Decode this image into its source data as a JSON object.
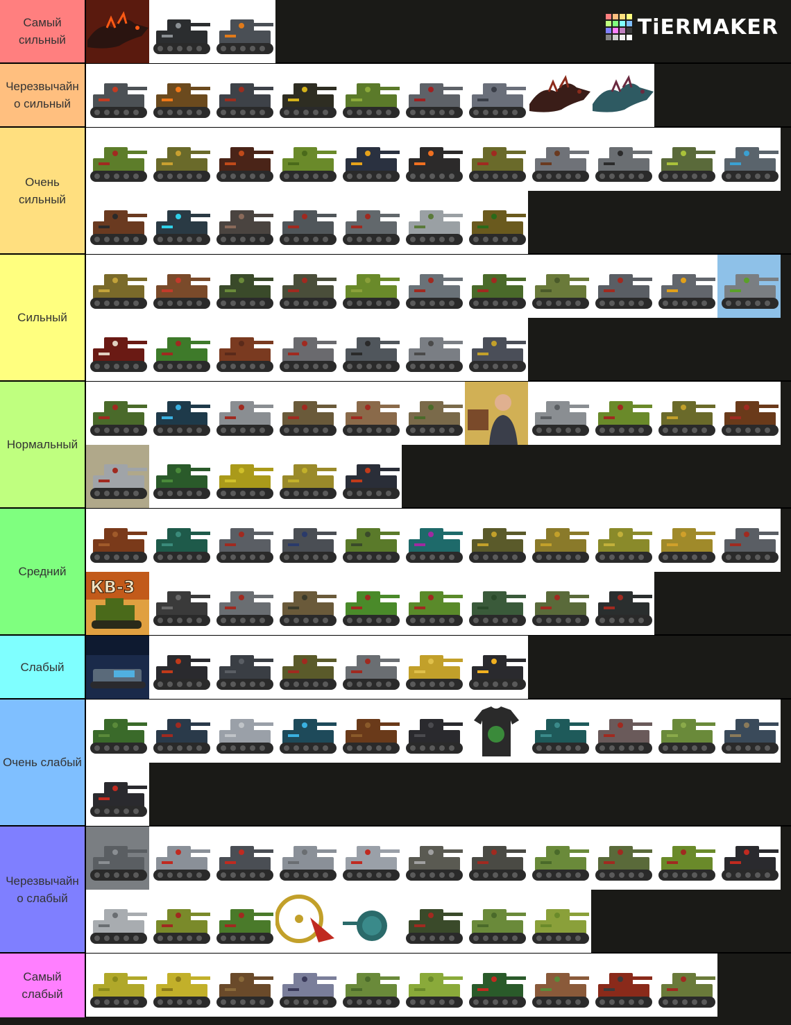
{
  "brand": {
    "name": "TiERMAKER",
    "grid_colors": [
      "#ff7f7f",
      "#ffbf7f",
      "#ffdf7f",
      "#ffff7f",
      "#bfff7f",
      "#7fff7f",
      "#7fffff",
      "#7fbfff",
      "#7f7fff",
      "#ff7fff",
      "#bf7fbf",
      "#3b3b3b",
      "#858585",
      "#cfcfcf",
      "#f0f0f0",
      "#ffffff"
    ]
  },
  "tiers": [
    {
      "label": "Самый сильный",
      "color": "#ff7f7f",
      "items": [
        {
          "bg": "#5a1a0e",
          "body": "#2a1410",
          "accent": "#ff5a14",
          "icon": "dragon-tank-icon"
        },
        {
          "bg": "#ffffff",
          "body": "#2b2d2f",
          "accent": "#8a8f93",
          "icon": "tank-icon"
        },
        {
          "bg": "#ffffff",
          "body": "#4a4f55",
          "accent": "#e07a1a",
          "icon": "tank-icon"
        }
      ]
    },
    {
      "label": "Черезвычайно сильный",
      "color": "#ffbf7f",
      "items": [
        {
          "bg": "#ffffff",
          "body": "#4c5155",
          "accent": "#c23b22",
          "icon": "tank-icon"
        },
        {
          "bg": "#ffffff",
          "body": "#6b4a1e",
          "accent": "#f07818",
          "icon": "tank-icon"
        },
        {
          "bg": "#ffffff",
          "body": "#3e4248",
          "accent": "#9b2d1e",
          "icon": "tank-icon"
        },
        {
          "bg": "#ffffff",
          "body": "#2e2d22",
          "accent": "#d4b21a",
          "icon": "tank-icon"
        },
        {
          "bg": "#ffffff",
          "body": "#5b7a2a",
          "accent": "#8caa3a",
          "icon": "tank-icon"
        },
        {
          "bg": "#ffffff",
          "body": "#5e6268",
          "accent": "#a02020",
          "icon": "tank-icon"
        },
        {
          "bg": "#ffffff",
          "body": "#6a6f7a",
          "accent": "#3a3e48",
          "icon": "tank-icon"
        },
        {
          "bg": "#ffffff",
          "body": "#3a1d18",
          "accent": "#8c2c1c",
          "icon": "dragon-tank-icon"
        },
        {
          "bg": "#ffffff",
          "body": "#2e5a62",
          "accent": "#6a2a40",
          "icon": "dragon-tank-icon"
        }
      ]
    },
    {
      "label": "Очень сильный",
      "color": "#ffdf7f",
      "items": [
        {
          "bg": "#ffffff",
          "body": "#5d7d2a",
          "accent": "#a12a20",
          "icon": "tank-icon"
        },
        {
          "bg": "#ffffff",
          "body": "#6a6a2a",
          "accent": "#c8a030",
          "icon": "tank-icon"
        },
        {
          "bg": "#ffffff",
          "body": "#4a2418",
          "accent": "#c04a1a",
          "icon": "tank-icon"
        },
        {
          "bg": "#ffffff",
          "body": "#6a8a2a",
          "accent": "#4a6a1a",
          "icon": "tank-icon"
        },
        {
          "bg": "#ffffff",
          "body": "#2a3140",
          "accent": "#e6a21a",
          "icon": "tank-icon"
        },
        {
          "bg": "#ffffff",
          "body": "#2c2a2a",
          "accent": "#f07020",
          "icon": "tank-icon"
        },
        {
          "bg": "#ffffff",
          "body": "#6a6a2a",
          "accent": "#a02a20",
          "icon": "tank-icon"
        },
        {
          "bg": "#ffffff",
          "body": "#6f7278",
          "accent": "#6a3a20",
          "icon": "tank-icon"
        },
        {
          "bg": "#ffffff",
          "body": "#6a6e72",
          "accent": "#2b2b2b",
          "icon": "tank-icon"
        },
        {
          "bg": "#ffffff",
          "body": "#5a6a3a",
          "accent": "#aac23a",
          "icon": "tank-icon"
        },
        {
          "bg": "#ffffff",
          "body": "#5a646c",
          "accent": "#3aa0d2",
          "icon": "tank-icon"
        },
        {
          "bg": "#ffffff",
          "body": "#6a3a20",
          "accent": "#2a2a2a",
          "icon": "tank-icon"
        },
        {
          "bg": "#ffffff",
          "body": "#2a3a44",
          "accent": "#30d0e8",
          "icon": "tank-icon"
        },
        {
          "bg": "#ffffff",
          "body": "#4a4440",
          "accent": "#8a6a5a",
          "icon": "tank-icon"
        },
        {
          "bg": "#ffffff",
          "body": "#50565a",
          "accent": "#a02a20",
          "icon": "tank-icon"
        },
        {
          "bg": "#ffffff",
          "body": "#62686c",
          "accent": "#a02a20",
          "icon": "tank-icon"
        },
        {
          "bg": "#ffffff",
          "body": "#9aa0a4",
          "accent": "#5a7a3a",
          "icon": "tank-icon"
        },
        {
          "bg": "#ffffff",
          "body": "#6a5a1e",
          "accent": "#2a6a1a",
          "icon": "tank-icon"
        }
      ]
    },
    {
      "label": "Сильный",
      "color": "#ffff7f",
      "items": [
        {
          "bg": "#ffffff",
          "body": "#7a6a2a",
          "accent": "#c2a23a",
          "icon": "tank-icon"
        },
        {
          "bg": "#ffffff",
          "body": "#7a4a2a",
          "accent": "#c23a2a",
          "icon": "tank-icon"
        },
        {
          "bg": "#ffffff",
          "body": "#3a4a2a",
          "accent": "#6a8a3a",
          "icon": "tank-icon"
        },
        {
          "bg": "#ffffff",
          "body": "#4a4e3a",
          "accent": "#a02a20",
          "icon": "tank-icon"
        },
        {
          "bg": "#ffffff",
          "body": "#6a8a2a",
          "accent": "#8aa03a",
          "icon": "tank-icon"
        },
        {
          "bg": "#ffffff",
          "body": "#6a7278",
          "accent": "#a02a20",
          "icon": "tank-icon"
        },
        {
          "bg": "#ffffff",
          "body": "#4a6a2a",
          "accent": "#a02a20",
          "icon": "tank-icon"
        },
        {
          "bg": "#ffffff",
          "body": "#6a7a3a",
          "accent": "#4a5a2a",
          "icon": "tank-icon"
        },
        {
          "bg": "#ffffff",
          "body": "#5a5e64",
          "accent": "#a02a20",
          "icon": "tank-icon"
        },
        {
          "bg": "#ffffff",
          "body": "#62666c",
          "accent": "#e0a01a",
          "icon": "tank-icon"
        },
        {
          "bg": "#8ec1e8",
          "body": "#7a7e82",
          "accent": "#5aa02a",
          "icon": "tank-icon"
        },
        {
          "bg": "#ffffff",
          "body": "#6a1a14",
          "accent": "#e0d0c0",
          "icon": "tank-icon"
        },
        {
          "bg": "#ffffff",
          "body": "#3e7a2a",
          "accent": "#a02a20",
          "icon": "tank-icon"
        },
        {
          "bg": "#ffffff",
          "body": "#7a3a20",
          "accent": "#5a2a1a",
          "icon": "tank-icon"
        },
        {
          "bg": "#ffffff",
          "body": "#6a6a6e",
          "accent": "#a02a20",
          "icon": "tank-icon"
        },
        {
          "bg": "#ffffff",
          "body": "#50565c",
          "accent": "#2a2a2a",
          "icon": "tank-icon"
        },
        {
          "bg": "#ffffff",
          "body": "#7a7e84",
          "accent": "#4a4a4a",
          "icon": "tank-icon"
        },
        {
          "bg": "#ffffff",
          "body": "#4a4e58",
          "accent": "#c2a02a",
          "icon": "tank-icon"
        }
      ]
    },
    {
      "label": "Нормальный",
      "color": "#bfff7f",
      "items": [
        {
          "bg": "#ffffff",
          "body": "#4a6a2a",
          "accent": "#a02a20",
          "icon": "tank-icon"
        },
        {
          "bg": "#ffffff",
          "body": "#1e3a4a",
          "accent": "#3ab0e0",
          "icon": "tank-icon"
        },
        {
          "bg": "#ffffff",
          "body": "#8a8e92",
          "accent": "#a02a20",
          "icon": "tank-icon"
        },
        {
          "bg": "#ffffff",
          "body": "#6a5a3a",
          "accent": "#a02a20",
          "icon": "tank-icon"
        },
        {
          "bg": "#ffffff",
          "body": "#8a6a4a",
          "accent": "#a02a20",
          "icon": "tank-icon"
        },
        {
          "bg": "#ffffff",
          "body": "#7a6a4a",
          "accent": "#4a6a2a",
          "icon": "tank-icon"
        },
        {
          "bg": "#c2a04a",
          "body": "#3a3e4a",
          "accent": "#e0c060",
          "icon": "person-photo-icon"
        },
        {
          "bg": "#ffffff",
          "body": "#8a8e92",
          "accent": "#5a5e62",
          "icon": "tank-icon"
        },
        {
          "bg": "#ffffff",
          "body": "#6a8a2a",
          "accent": "#a02a20",
          "icon": "tank-icon"
        },
        {
          "bg": "#ffffff",
          "body": "#6a6a2a",
          "accent": "#c2a02a",
          "icon": "tank-icon"
        },
        {
          "bg": "#ffffff",
          "body": "#6a3a1a",
          "accent": "#a02a20",
          "icon": "tank-icon"
        },
        {
          "bg": "#b0a88a",
          "body": "#a0a4a8",
          "accent": "#a02a20",
          "icon": "tank-icon"
        },
        {
          "bg": "#ffffff",
          "body": "#2a5a2a",
          "accent": "#4a8a3a",
          "icon": "tank-icon"
        },
        {
          "bg": "#ffffff",
          "body": "#aa9a1a",
          "accent": "#d0c02a",
          "icon": "tank-icon"
        },
        {
          "bg": "#ffffff",
          "body": "#9a8a2a",
          "accent": "#c2b02a",
          "icon": "tank-icon"
        },
        {
          "bg": "#ffffff",
          "body": "#2a2e38",
          "accent": "#c03a1a",
          "icon": "tank-icon"
        }
      ]
    },
    {
      "label": "Средний",
      "color": "#7fff7f",
      "items": [
        {
          "bg": "#ffffff",
          "body": "#7a3a1a",
          "accent": "#a05a2a",
          "icon": "tank-icon"
        },
        {
          "bg": "#ffffff",
          "body": "#1e5a4a",
          "accent": "#3a8a7a",
          "icon": "tank-icon"
        },
        {
          "bg": "#ffffff",
          "body": "#5a5e64",
          "accent": "#a02a20",
          "icon": "tank-icon"
        },
        {
          "bg": "#ffffff",
          "body": "#4a4e54",
          "accent": "#2a3a6a",
          "icon": "tank-icon"
        },
        {
          "bg": "#ffffff",
          "body": "#5a7a2a",
          "accent": "#3a4a2a",
          "icon": "tank-icon"
        },
        {
          "bg": "#ffffff",
          "body": "#1e6a6a",
          "accent": "#a02aa0",
          "icon": "tank-icon"
        },
        {
          "bg": "#ffffff",
          "body": "#5a5a2a",
          "accent": "#c2a02a",
          "icon": "tank-icon"
        },
        {
          "bg": "#ffffff",
          "body": "#8a7a2a",
          "accent": "#c2a02a",
          "icon": "tank-icon"
        },
        {
          "bg": "#ffffff",
          "body": "#8a8a2a",
          "accent": "#c2b03a",
          "icon": "tank-icon"
        },
        {
          "bg": "#ffffff",
          "body": "#a08a2a",
          "accent": "#d0a02a",
          "icon": "tank-icon"
        },
        {
          "bg": "#ffffff",
          "body": "#5a5e64",
          "accent": "#a02a20",
          "icon": "tank-icon"
        },
        {
          "bg": "#c25a1a",
          "body": "#4a6a1a",
          "accent": "#f0e0c0",
          "icon": "kv3-poster-icon"
        },
        {
          "bg": "#ffffff",
          "body": "#3a3a3a",
          "accent": "#6a6a6a",
          "icon": "tank-icon"
        },
        {
          "bg": "#ffffff",
          "body": "#6a6e72",
          "accent": "#a02a20",
          "icon": "tank-icon"
        },
        {
          "bg": "#ffffff",
          "body": "#6a5a3a",
          "accent": "#3a3a2a",
          "icon": "tank-icon"
        },
        {
          "bg": "#ffffff",
          "body": "#4a8a2a",
          "accent": "#a02a20",
          "icon": "tank-icon"
        },
        {
          "bg": "#ffffff",
          "body": "#5a8a2a",
          "accent": "#a02a20",
          "icon": "tank-icon"
        },
        {
          "bg": "#ffffff",
          "body": "#3a5a3a",
          "accent": "#2a4a2a",
          "icon": "tank-icon"
        },
        {
          "bg": "#ffffff",
          "body": "#5a6a3a",
          "accent": "#a02a20",
          "icon": "tank-icon"
        },
        {
          "bg": "#ffffff",
          "body": "#2a2e2e",
          "accent": "#a02a20",
          "icon": "tank-icon"
        }
      ]
    },
    {
      "label": "Слабый",
      "color": "#7fffff",
      "items": [
        {
          "bg": "#1a2a4a",
          "body": "#5a6a7a",
          "accent": "#f0c020",
          "icon": "poster-icon"
        },
        {
          "bg": "#ffffff",
          "body": "#2a2a2e",
          "accent": "#c03a1a",
          "icon": "tank-icon"
        },
        {
          "bg": "#ffffff",
          "body": "#3a3e44",
          "accent": "#5a5e64",
          "icon": "tank-icon"
        },
        {
          "bg": "#ffffff",
          "body": "#5a5a2a",
          "accent": "#a02a20",
          "icon": "tank-icon"
        },
        {
          "bg": "#ffffff",
          "body": "#6a6e72",
          "accent": "#a02a20",
          "icon": "tank-icon"
        },
        {
          "bg": "#ffffff",
          "body": "#c2a02a",
          "accent": "#e0c04a",
          "icon": "tank-icon"
        },
        {
          "bg": "#ffffff",
          "body": "#2a2a2e",
          "accent": "#f0b020",
          "icon": "tank-icon"
        }
      ]
    },
    {
      "label": "Очень слабый",
      "color": "#7fbfff",
      "items": [
        {
          "bg": "#ffffff",
          "body": "#3a6a2a",
          "accent": "#5a8a3a",
          "icon": "tank-icon"
        },
        {
          "bg": "#ffffff",
          "body": "#2a3a4a",
          "accent": "#a02a20",
          "icon": "tank-icon"
        },
        {
          "bg": "#ffffff",
          "body": "#9aa0a8",
          "accent": "#c0c4c8",
          "icon": "tank-icon"
        },
        {
          "bg": "#ffffff",
          "body": "#1e4a5a",
          "accent": "#3ab0e0",
          "icon": "tank-icon"
        },
        {
          "bg": "#ffffff",
          "body": "#6a3a1a",
          "accent": "#8a5a2a",
          "icon": "tank-icon"
        },
        {
          "bg": "#ffffff",
          "body": "#2a2a2e",
          "accent": "#4a4a4e",
          "icon": "tank-icon"
        },
        {
          "bg": "#ffffff",
          "body": "#2a2a2a",
          "accent": "#3a8a3a",
          "icon": "tshirt-icon"
        },
        {
          "bg": "#ffffff",
          "body": "#1e5a5a",
          "accent": "#3a8a8a",
          "icon": "tank-icon"
        },
        {
          "bg": "#ffffff",
          "body": "#6a5a5a",
          "accent": "#a02a20",
          "icon": "tank-icon"
        },
        {
          "bg": "#ffffff",
          "body": "#6a8a3a",
          "accent": "#8aaa4a",
          "icon": "tank-icon"
        },
        {
          "bg": "#ffffff",
          "body": "#3a4a5a",
          "accent": "#8a7a5a",
          "icon": "tank-icon"
        },
        {
          "bg": "#ffffff",
          "body": "#2a2a2e",
          "accent": "#c02a20",
          "icon": "tank-icon"
        }
      ]
    },
    {
      "label": "Черезвычайно слабый",
      "color": "#7f7fff",
      "items": [
        {
          "bg": "#7a7e82",
          "body": "#5a5e62",
          "accent": "#8a8e92",
          "icon": "tank-icon"
        },
        {
          "bg": "#ffffff",
          "body": "#8a9098",
          "accent": "#c02a20",
          "icon": "tank-icon"
        },
        {
          "bg": "#ffffff",
          "body": "#4a4e54",
          "accent": "#c02a20",
          "icon": "tank-icon"
        },
        {
          "bg": "#ffffff",
          "body": "#8a9098",
          "accent": "#6a6e72",
          "icon": "tank-icon"
        },
        {
          "bg": "#ffffff",
          "body": "#9aa0a8",
          "accent": "#c02a20",
          "icon": "tank-icon"
        },
        {
          "bg": "#ffffff",
          "body": "#5a5a52",
          "accent": "#a0a0a0",
          "icon": "tank-icon"
        },
        {
          "bg": "#ffffff",
          "body": "#4a4a44",
          "accent": "#a02a20",
          "icon": "tank-icon"
        },
        {
          "bg": "#ffffff",
          "body": "#6a8a3a",
          "accent": "#4a6a2a",
          "icon": "tank-icon"
        },
        {
          "bg": "#ffffff",
          "body": "#5a6a3a",
          "accent": "#a02a20",
          "icon": "tank-icon"
        },
        {
          "bg": "#ffffff",
          "body": "#6a8a2a",
          "accent": "#a02a20",
          "icon": "tank-icon"
        },
        {
          "bg": "#ffffff",
          "body": "#2a2a2e",
          "accent": "#c02a20",
          "icon": "tank-icon"
        },
        {
          "bg": "#ffffff",
          "body": "#a8acb0",
          "accent": "#6a6e72",
          "icon": "tank-icon"
        },
        {
          "bg": "#ffffff",
          "body": "#7a8a2a",
          "accent": "#a02a20",
          "icon": "tank-icon"
        },
        {
          "bg": "#ffffff",
          "body": "#4a7a2a",
          "accent": "#a02a20",
          "icon": "tank-icon"
        },
        {
          "bg": "#ffffff",
          "body": "#c2a02a",
          "accent": "#c02a20",
          "icon": "fan-tank-icon"
        },
        {
          "bg": "#ffffff",
          "body": "#2a6a6a",
          "accent": "#3a8a8a",
          "icon": "ball-tank-icon"
        },
        {
          "bg": "#ffffff",
          "body": "#3a4a2a",
          "accent": "#a02a20",
          "icon": "tank-icon"
        },
        {
          "bg": "#ffffff",
          "body": "#6a8a3a",
          "accent": "#4a6a2a",
          "icon": "tank-icon"
        },
        {
          "bg": "#ffffff",
          "body": "#8aa03a",
          "accent": "#6a8a2a",
          "icon": "tank-icon"
        }
      ]
    },
    {
      "label": "Самый слабый",
      "color": "#ff7fff",
      "items": [
        {
          "bg": "#ffffff",
          "body": "#b0a82a",
          "accent": "#8a8a1a",
          "icon": "tank-icon"
        },
        {
          "bg": "#ffffff",
          "body": "#c2b02a",
          "accent": "#8a7a1a",
          "icon": "tank-icon"
        },
        {
          "bg": "#ffffff",
          "body": "#6a4a2a",
          "accent": "#8a6a3a",
          "icon": "tank-icon"
        },
        {
          "bg": "#ffffff",
          "body": "#7a7e9a",
          "accent": "#3a3a5a",
          "icon": "tank-icon"
        },
        {
          "bg": "#ffffff",
          "body": "#6a8a3a",
          "accent": "#4a6a2a",
          "icon": "tank-icon"
        },
        {
          "bg": "#ffffff",
          "body": "#8aaa3a",
          "accent": "#6a8a2a",
          "icon": "tank-icon"
        },
        {
          "bg": "#ffffff",
          "body": "#2a5a2a",
          "accent": "#c02a20",
          "icon": "tank-icon"
        },
        {
          "bg": "#ffffff",
          "body": "#8a5a3a",
          "accent": "#5a8a3a",
          "icon": "tank-icon"
        },
        {
          "bg": "#ffffff",
          "body": "#8a2a1a",
          "accent": "#3a3a3a",
          "icon": "tank-icon"
        },
        {
          "bg": "#ffffff",
          "body": "#6a7a3a",
          "accent": "#a02a20",
          "icon": "tank-icon"
        }
      ]
    }
  ]
}
